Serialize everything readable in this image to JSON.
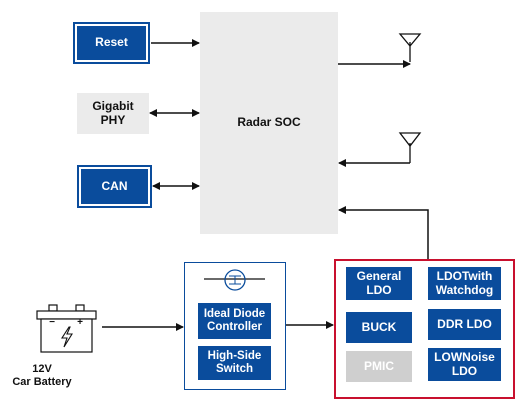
{
  "diagram": {
    "soc_label": "Radar SOC",
    "reset_label": "Reset",
    "phy_label": "Gigabit\nPHY",
    "can_label": "CAN",
    "ideal_diode_label": "Ideal Diode\nController",
    "high_side_label": "High-Side\nSwitch",
    "general_ldo_label": "General\nLDO",
    "ldo_watchdog_label": "LDOTwith\nWatchdog",
    "buck_label": "BUCK",
    "ddr_ldo_label": "DDR LDO",
    "pmic_label": "PMIC",
    "low_noise_ldo_label": "LOWNoise\nLDO",
    "battery_label": "12V\nCar Battery",
    "battery_minus": "−",
    "battery_plus": "+"
  },
  "colors": {
    "blue": "#0a4c9c",
    "gray": "#ebebeb",
    "pmic_gray": "#cfcfcf",
    "red_border": "#c8102e"
  },
  "icons": [
    "antenna-icon",
    "mosfet-icon",
    "battery-icon"
  ]
}
